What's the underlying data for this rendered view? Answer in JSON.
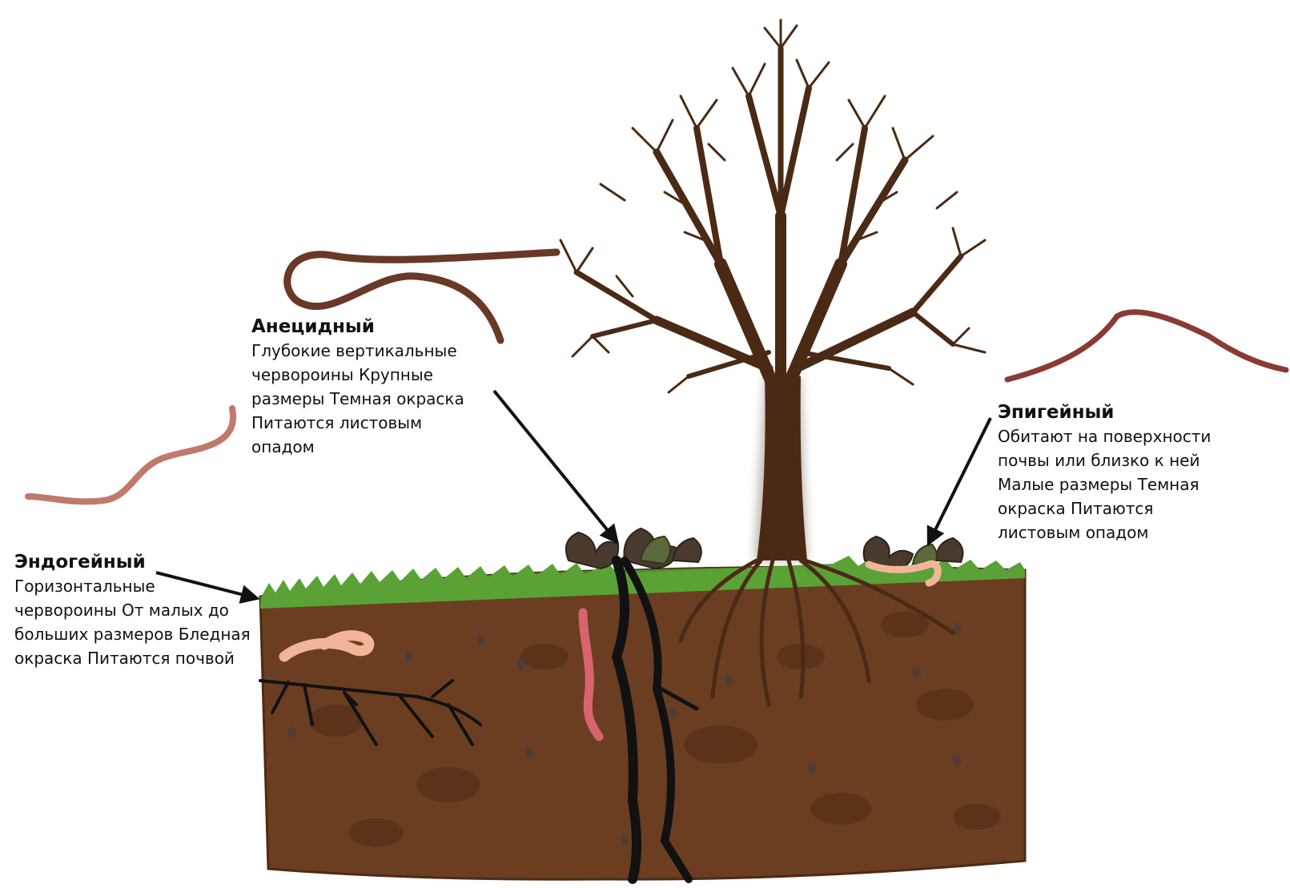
{
  "colors": {
    "soil": "#6b3e22",
    "soil_dark": "#4e2a14",
    "grass": "#4c8f2c",
    "tree": "#4a2a15",
    "burrow": "#111111",
    "pale_worm": "#f2b59a",
    "pink_worm": "#d8646e",
    "dark_worm": "#6a3826"
  },
  "labels": {
    "anecic": {
      "title": "Анецидный",
      "desc": "Глубокие вертикальные червороины Крупные размеры Темная окраска Питаются листовым опадом"
    },
    "epigeic": {
      "title": "Эпигейный",
      "desc": "Обитают на поверхности почвы или близко к ней Малые размеры Темная окраска Питаются листовым опадом"
    },
    "endogeic": {
      "title": "Эндогейный",
      "desc": "Горизонтальные червороины От малых до больших размеров Бледная окраска Питаются почвой"
    }
  }
}
